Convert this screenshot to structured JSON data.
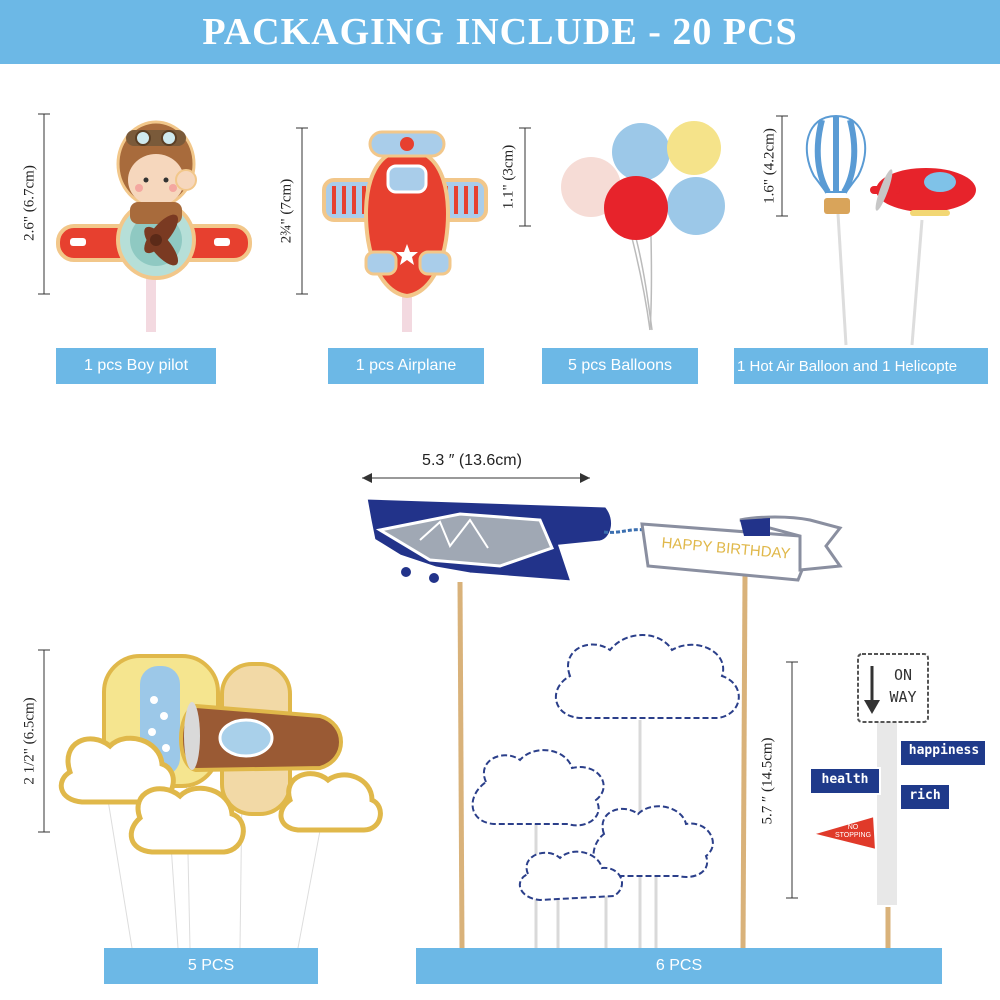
{
  "header": {
    "title": "PACKAGING INCLUDE - 20 PCS"
  },
  "products": [
    {
      "label": "1 pcs Boy pilot",
      "dimension": "2.6\" (6.7cm)"
    },
    {
      "label": "1 pcs Airplane",
      "dimension": "2¾\" (7cm)"
    },
    {
      "label": "5 pcs Balloons",
      "dimension": "1.1\" (3cm)"
    },
    {
      "label": "1 Hot Air Balloon and 1 Helicopte",
      "dimension": "1.6\" (4.2cm)"
    }
  ],
  "bottom": {
    "left_label": "5 PCS",
    "left_dimension": "2 1/2\" (6.5cm)",
    "right_label": "6 PCS",
    "banner_plane_dimension": "5.3 ″ (13.6cm)",
    "sign_dimension": "5.7 ″ (14.5cm)",
    "banner_text": "HAPPY BIRTHDAY",
    "sign_texts": {
      "on_way_1": "ON",
      "on_way_2": "WAY",
      "happiness": "happiness",
      "health": "health",
      "rich": "rich",
      "no_stopping_1": "NO",
      "no_stopping_2": "STOPPING"
    }
  },
  "colors": {
    "banner": "#6cb8e6",
    "navy": "#1f3a8a",
    "red": "#e03a2a",
    "sky_blue": "#9cc8e8",
    "yellow": "#f2d774"
  }
}
